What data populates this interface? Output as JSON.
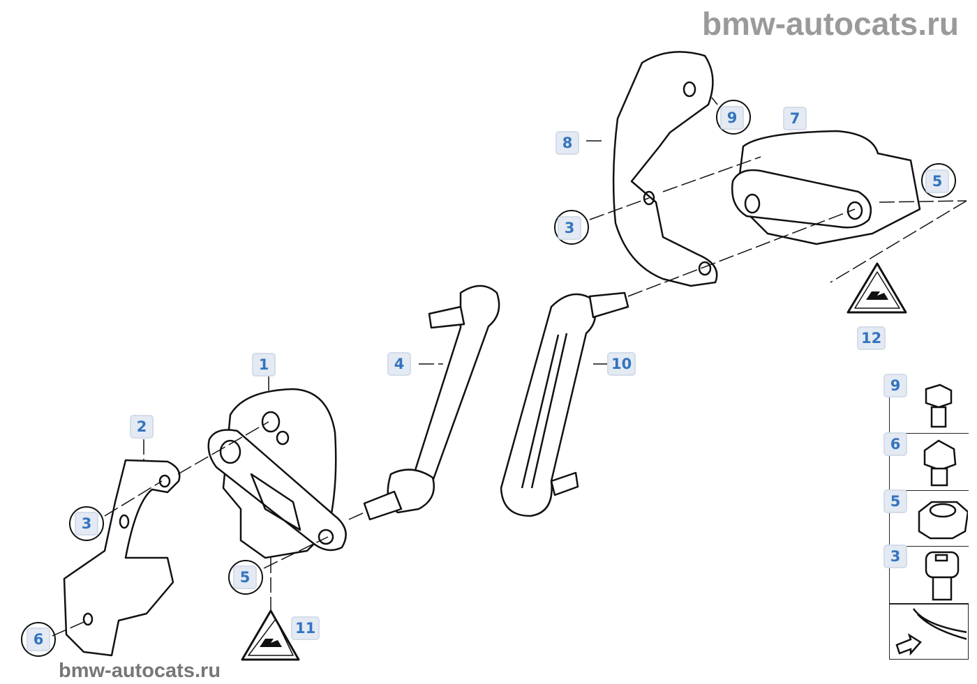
{
  "watermarks": {
    "top": "bmw-autocats.ru",
    "bottom": "bmw-autocats.ru"
  },
  "callouts": {
    "c1": "1",
    "c2": "2",
    "c3a": "3",
    "c3b": "3",
    "c4": "4",
    "c5a": "5",
    "c5b": "5",
    "c6": "6",
    "c7": "7",
    "c8": "8",
    "c9": "9",
    "c10": "10",
    "c11": "11",
    "c12": "12"
  },
  "legend_panel": [
    {
      "label": "9",
      "icon": "flange-bolt-icon"
    },
    {
      "label": "6",
      "icon": "collar-bolt-icon"
    },
    {
      "label": "5",
      "icon": "hex-nut-icon"
    },
    {
      "label": "3",
      "icon": "socket-bolt-icon"
    },
    {
      "label": "",
      "icon": "front-direction-car-icon"
    }
  ],
  "colors": {
    "label_bg": "#e3eaf3",
    "label_text": "#3574bf",
    "line": "#111111"
  }
}
